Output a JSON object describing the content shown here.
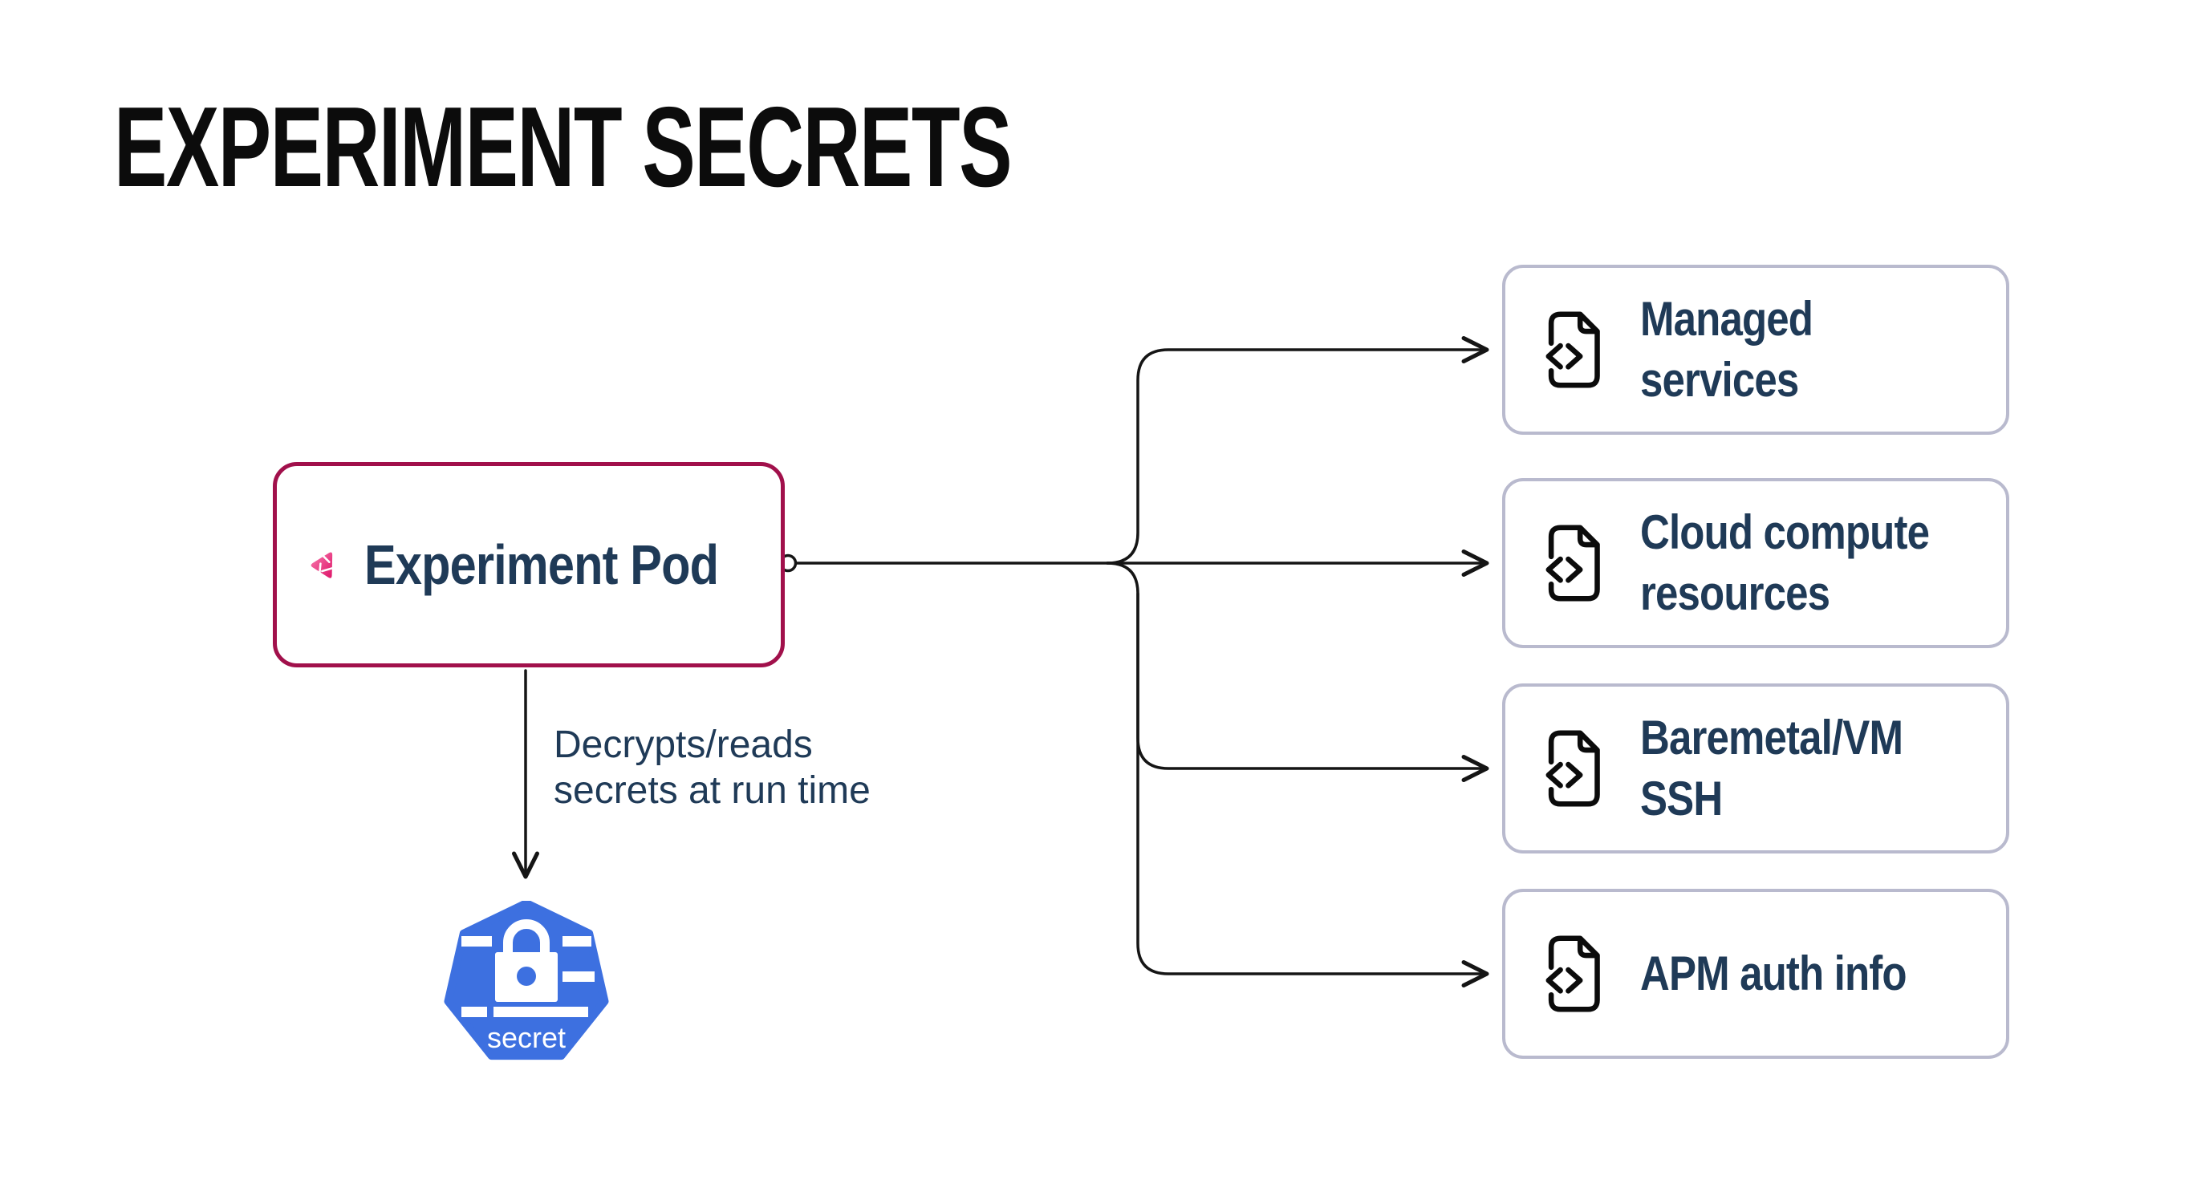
{
  "title": "EXPERIMENT SECRETS",
  "colors": {
    "ink": "#0c0c0c",
    "crimson": "#a1104b",
    "navy": "#1f3a57",
    "lavender": "#b9bace",
    "line": "#151515",
    "k8s_blue": "#3d70e0",
    "pink_light": "#f87bae",
    "pink_deep": "#de1468"
  },
  "pod": {
    "label": "Experiment Pod"
  },
  "edge": {
    "annotation_line1": "Decrypts/reads",
    "annotation_line2": "secrets at run time"
  },
  "secret": {
    "label": "secret"
  },
  "targets": {
    "items": [
      {
        "label": "Managed services",
        "line1": "Managed",
        "line2": "services"
      },
      {
        "label": "Cloud compute resources",
        "line1": "Cloud compute",
        "line2": "resources"
      },
      {
        "label": "Baremetal/VM SSH",
        "line1": "Baremetal/VM",
        "line2": "SSH"
      },
      {
        "label": "APM auth info",
        "line1": "APM auth info",
        "line2": ""
      }
    ]
  }
}
